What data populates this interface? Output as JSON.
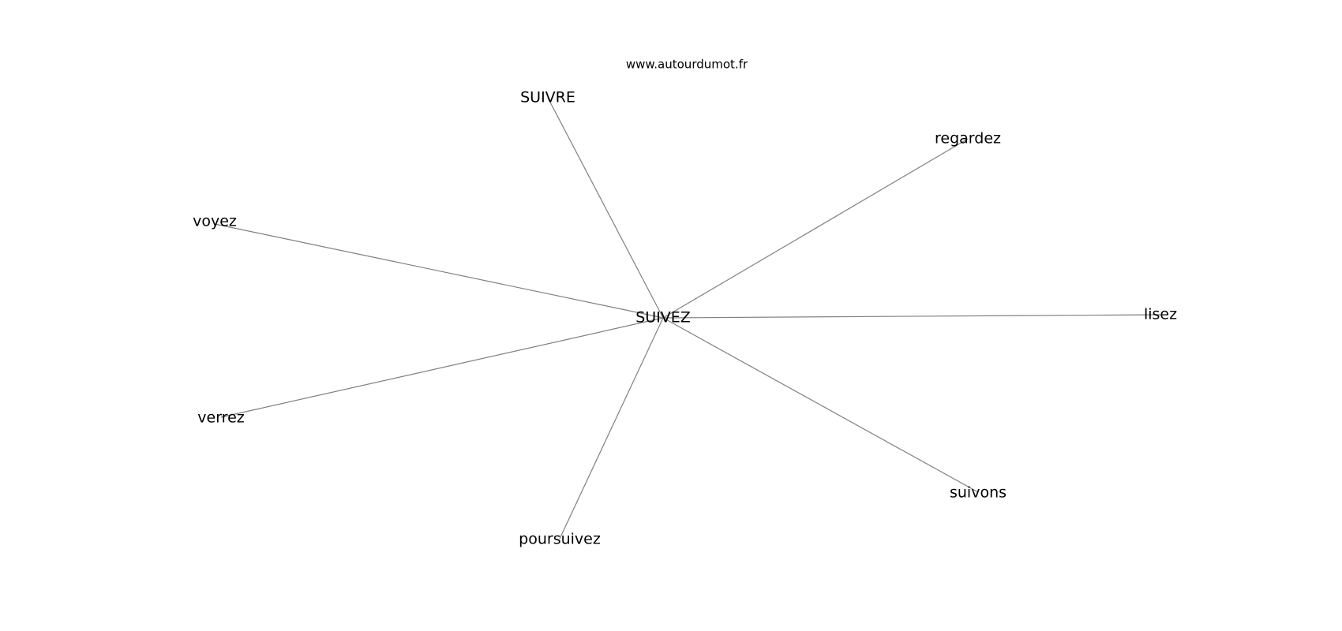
{
  "watermark": "www.autourdumot.fr",
  "colors": {
    "background": "#ffffff",
    "edge": "#808080",
    "text": "#000000"
  },
  "graph": {
    "center": "SUIVEZ",
    "neighbors": [
      "SUIVRE",
      "regardez",
      "voyez",
      "lisez",
      "verrez",
      "suivons",
      "poursuivez"
    ]
  }
}
